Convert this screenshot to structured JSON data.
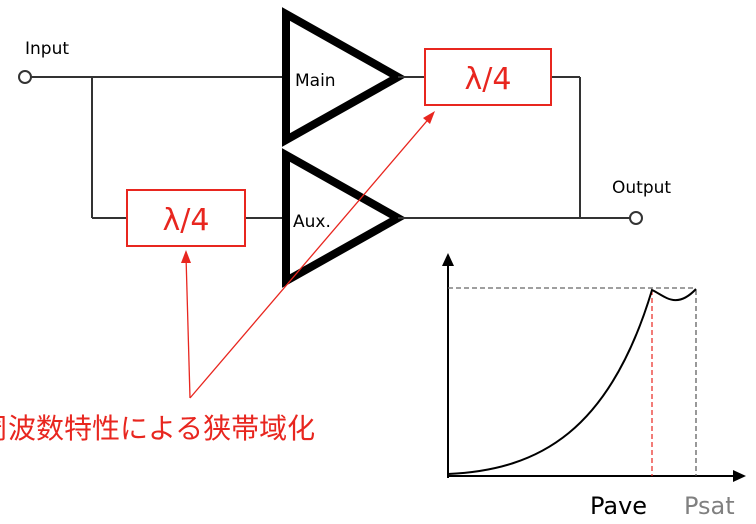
{
  "labels": {
    "input": "Input",
    "output": "Output",
    "main_amp": "Main",
    "aux_amp": "Aux.",
    "qw_top": "λ/4",
    "qw_bottom": "λ/4",
    "annotation": "周波数特性による狭帯域化",
    "pave": "Pave",
    "psat": "Psat"
  },
  "colors": {
    "wire": "#333333",
    "amp": "#000000",
    "accent": "#e8261f",
    "psat_text": "#808080",
    "dashed_psat": "#555555"
  }
}
